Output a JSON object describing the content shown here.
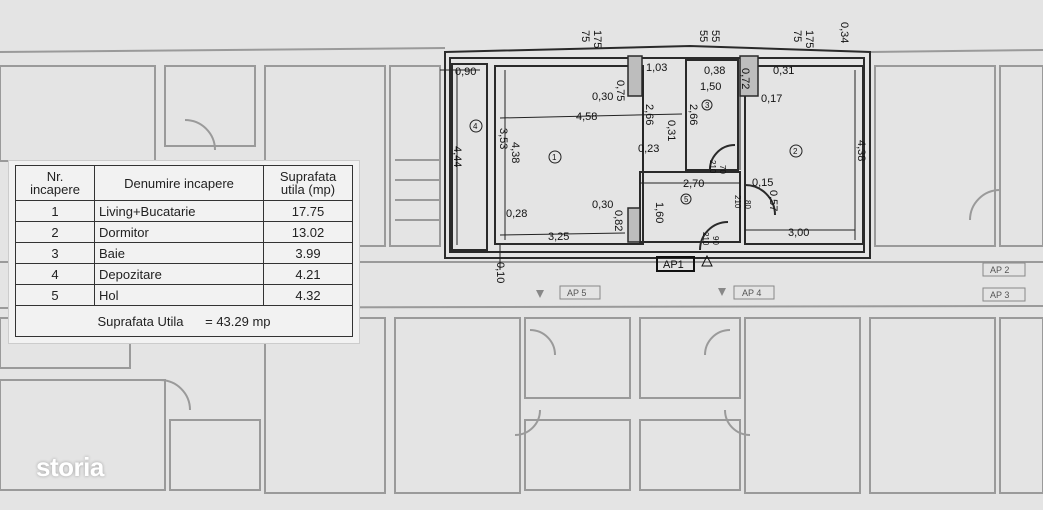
{
  "table": {
    "headers": {
      "nr": "Nr. incapere",
      "name": "Denumire incapere",
      "area": "Suprafata utila (mp)"
    },
    "rows": [
      {
        "nr": "1",
        "name": "Living+Bucatarie",
        "area": "17.75"
      },
      {
        "nr": "2",
        "name": "Dormitor",
        "area": "13.02"
      },
      {
        "nr": "3",
        "name": "Baie",
        "area": "3.99"
      },
      {
        "nr": "4",
        "name": "Depozitare",
        "area": "4.21"
      },
      {
        "nr": "5",
        "name": "Hol",
        "area": "4.32"
      }
    ],
    "total_label": "Suprafata Utila",
    "total_value": "= 43.29 mp"
  },
  "plan": {
    "top_dims": {
      "w1a": "175",
      "w1b": "75",
      "w2a": "55",
      "w2b": "55",
      "w3a": "175",
      "w3b": "75",
      "corner": "0,34"
    },
    "dims": {
      "d090": "0,90",
      "d075": "0,75",
      "d103": "1,03",
      "d038": "0,38",
      "d072": "0,72",
      "d031": "0,31",
      "d030a": "0,30",
      "d150": "1,50",
      "d017": "0,17",
      "d458": "4,58",
      "d266a": "2,66",
      "d266b": "2,66",
      "d353": "3,53",
      "d438a": "4,38",
      "d444": "4,44",
      "d031b": "0,31",
      "d023": "0,23",
      "d438b": "4,38",
      "d270": "2,70",
      "d015": "0,15",
      "d057": "0,57",
      "d030b": "0,30",
      "d160": "1,60",
      "d082": "0,82",
      "d028": "0,28",
      "d325": "3,25",
      "d300": "3,00",
      "d010": "0,10"
    },
    "doors": {
      "bath_w": "70",
      "bath_h": "210",
      "bed_w": "80",
      "bed_h": "210",
      "entry_w": "90",
      "entry_h": "210"
    },
    "rooms": [
      "1",
      "2",
      "3",
      "4",
      "5"
    ],
    "apartments": {
      "ap1": "AP1",
      "ap2": "AP 2",
      "ap3": "AP 3",
      "ap4": "AP 4",
      "ap5": "AP 5"
    }
  },
  "logo": "storia"
}
